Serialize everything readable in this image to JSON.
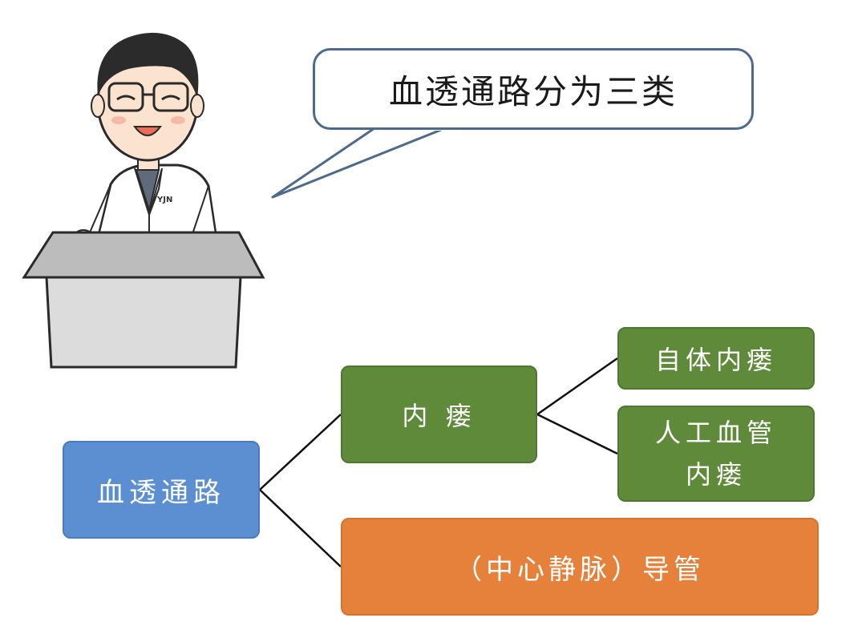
{
  "speech_bubble": {
    "text": "血透通路分为三类"
  },
  "doctor": {
    "badge": "YJN"
  },
  "tree": {
    "root": "血透通路",
    "fistula": "内 瘘",
    "autogenous": "自体内瘘",
    "graft_line1": "人工血管",
    "graft_line2": "内瘘",
    "catheter": "（中心静脉）导管"
  },
  "colors": {
    "root_box": "#5b8fd1",
    "fistula_boxes": "#5e8a3a",
    "catheter_box": "#e6813c",
    "bubble_border": "#4d6a8c"
  }
}
